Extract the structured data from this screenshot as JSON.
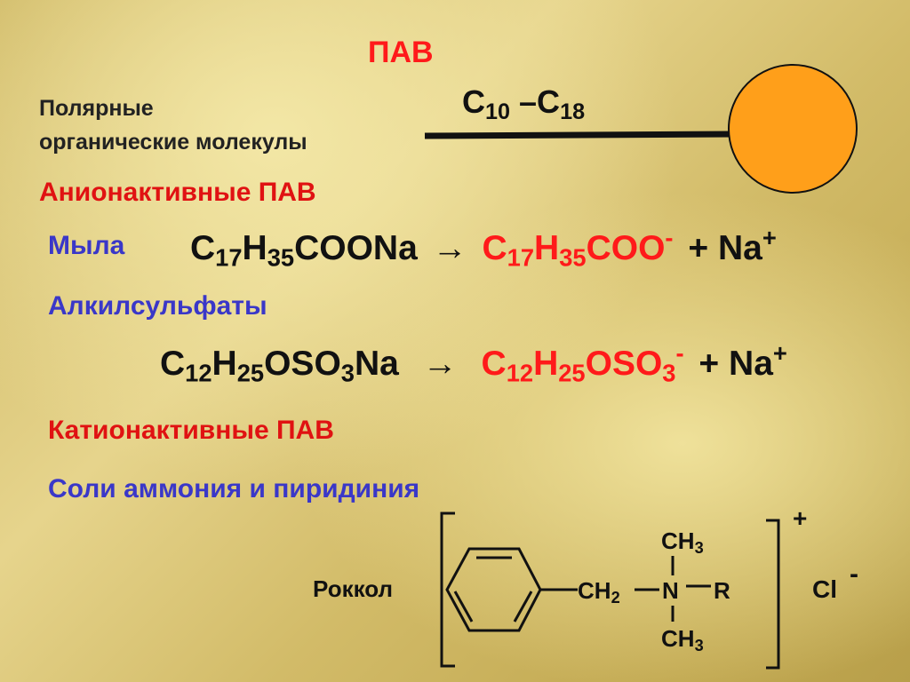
{
  "title": "ПАВ",
  "polar_label_line1": "Полярные",
  "polar_label_line2": "органические молекулы",
  "chain": {
    "c1": "C",
    "n1": "10",
    "dash": " –C",
    "n2": "18"
  },
  "anion_title": "Анионактивные ПАВ",
  "soap": {
    "label": "Мыла",
    "left": {
      "c": "C",
      "n1": "17",
      "h": "H",
      "n2": "35",
      "rest": "COONa"
    },
    "arrow": "→",
    "ion": {
      "c": "C",
      "n1": "17",
      "h": "H",
      "n2": "35",
      "rest": "COO",
      "charge": "-"
    },
    "plus": "+ Na",
    "plus_charge": "+"
  },
  "alkyl": {
    "label": "Алкилсульфаты",
    "left": {
      "c": "C",
      "n1": "12",
      "h": "H",
      "n2": "25",
      "rest1": "OSO",
      "n3": "3",
      "rest2": "Na"
    },
    "arrow": "→",
    "ion": {
      "c": "C",
      "n1": "12",
      "h": "H",
      "n2": "25",
      "rest": "OSO",
      "n3": "3",
      "charge": "-"
    },
    "plus": "+ Na",
    "plus_charge": "+"
  },
  "cation_title": "Катионактивные ПАВ",
  "salts_label": "Соли аммония и пиридиния",
  "roccal": {
    "label": "Роккол",
    "ch2": "CH",
    "ch2_sub": "2",
    "n": "N",
    "r": "R",
    "ch3_top": "CH",
    "ch3_top_sub": "3",
    "ch3_bottom": "CH",
    "ch3_bottom_sub": "3",
    "charge": "+",
    "anion": "Cl",
    "anion_charge": "-"
  },
  "colors": {
    "red": "#ff1a1a",
    "blue": "#3a37c8",
    "orange": "#ff9f1a",
    "black": "#111111"
  }
}
